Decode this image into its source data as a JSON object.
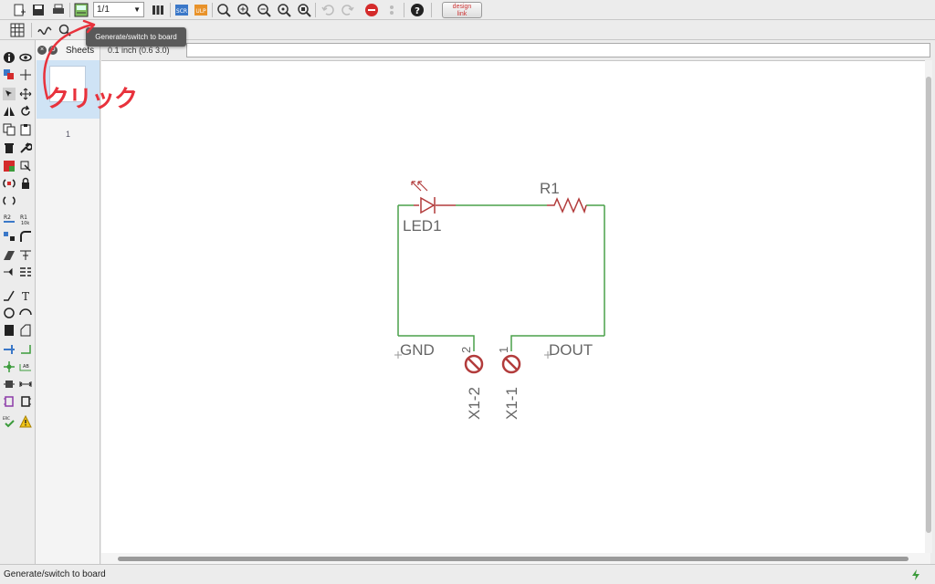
{
  "toolbar": {
    "sheet_selector": "1/1",
    "design_link_top": "design",
    "design_link_bottom": "link"
  },
  "tooltip": "Generate/switch to board",
  "sheets_panel": {
    "title": "Sheets",
    "sheet_number": "1"
  },
  "coordinate": "0.1 inch (0.6 3.0)",
  "command_input": "",
  "annotation": "クリック",
  "schematic": {
    "resistor_name": "R1",
    "led_name": "LED1",
    "gnd_label": "GND",
    "dout_label": "DOUT",
    "pin2_number": "2",
    "pin1_number": "1",
    "pin2_name": "X1-2",
    "pin1_name": "X1-1",
    "wire_color": "#4aa04a",
    "part_color": "#b23b3b"
  },
  "status": {
    "message": "Generate/switch to board"
  }
}
